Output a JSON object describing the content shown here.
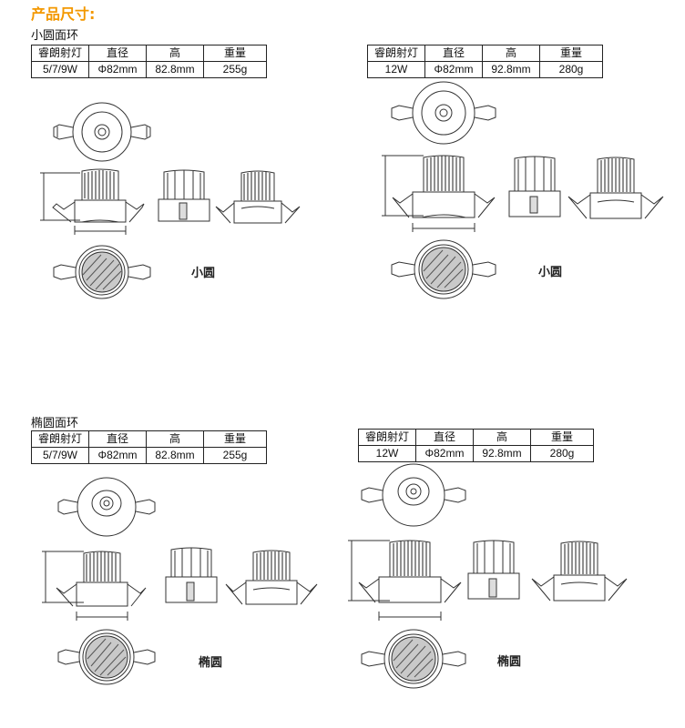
{
  "heading": "产品尺寸:",
  "headers": [
    "睿朗射灯",
    "直径",
    "高",
    "重量"
  ],
  "groups": [
    {
      "title": "小圆面环",
      "caption": "小圆",
      "small": {
        "power": "5/7/9W",
        "diameter": "Φ82mm",
        "height": "82.8mm",
        "weight": "255g"
      },
      "large": {
        "power": "12W",
        "diameter": "Φ82mm",
        "height": "92.8mm",
        "weight": "280g"
      }
    },
    {
      "title": "椭圆面环",
      "caption": "椭圆",
      "small": {
        "power": "5/7/9W",
        "diameter": "Φ82mm",
        "height": "82.8mm",
        "weight": "255g"
      },
      "large": {
        "power": "12W",
        "diameter": "Φ82mm",
        "height": "92.8mm",
        "weight": "280g"
      }
    }
  ]
}
